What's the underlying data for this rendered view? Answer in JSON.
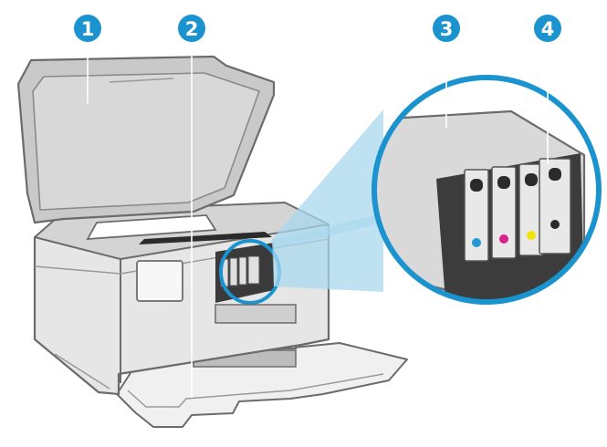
{
  "colors": {
    "callout_blue": "#1a93cf",
    "printer_body": "#e6e6e6",
    "printer_outline": "#6b6b6b",
    "lid_gray": "#c9c9c9",
    "ink_cyan": "#1f9ad6",
    "ink_magenta": "#d9238c",
    "ink_yellow": "#f4e30a",
    "ink_black": "#2b2b2b"
  },
  "callouts": [
    {
      "number": "1",
      "target": "scanner-lid"
    },
    {
      "number": "2",
      "target": "output-tray"
    },
    {
      "number": "3",
      "target": "cartridge-access-area"
    },
    {
      "number": "4",
      "target": "ink-cartridges"
    }
  ],
  "cartridges": [
    {
      "color_name": "cyan",
      "dot": "#1f9ad6"
    },
    {
      "color_name": "magenta",
      "dot": "#d9238c"
    },
    {
      "color_name": "yellow",
      "dot": "#f4e30a"
    },
    {
      "color_name": "black",
      "dot": "#2b2b2b"
    }
  ]
}
